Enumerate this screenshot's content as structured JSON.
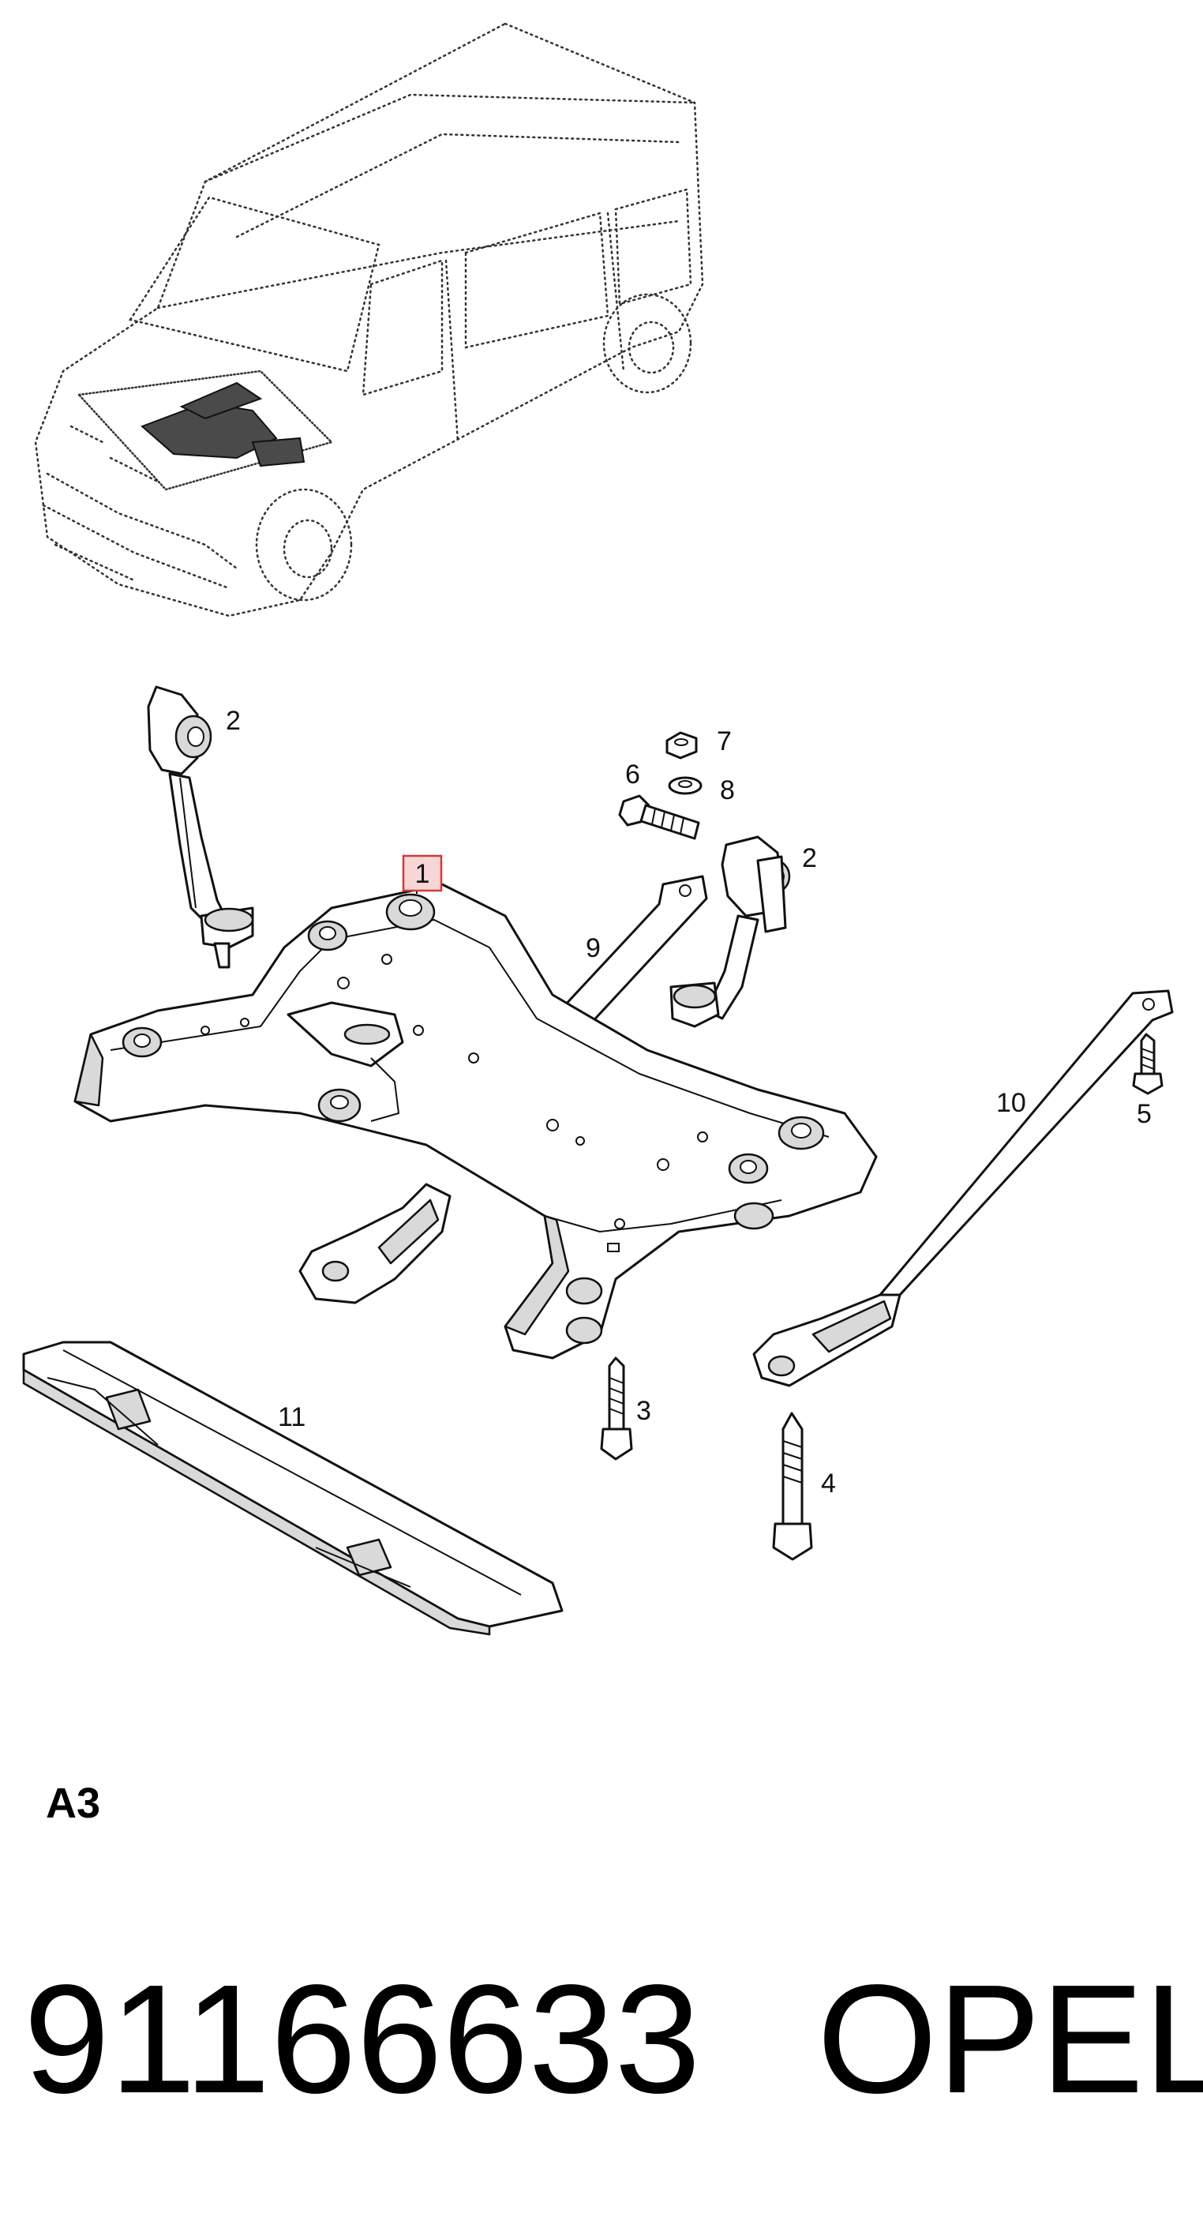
{
  "callouts": {
    "c1": "1",
    "c2a": "2",
    "c2b": "2",
    "c3": "3",
    "c4": "4",
    "c5": "5",
    "c6": "6",
    "c7": "7",
    "c8": "8",
    "c9": "9",
    "c10": "10",
    "c11": "11"
  },
  "section_label": "A3",
  "part_number": "91166633",
  "brand": "OPEL",
  "colors": {
    "highlight_fill": "#f7d6d6",
    "highlight_stroke": "#d23a3a"
  }
}
